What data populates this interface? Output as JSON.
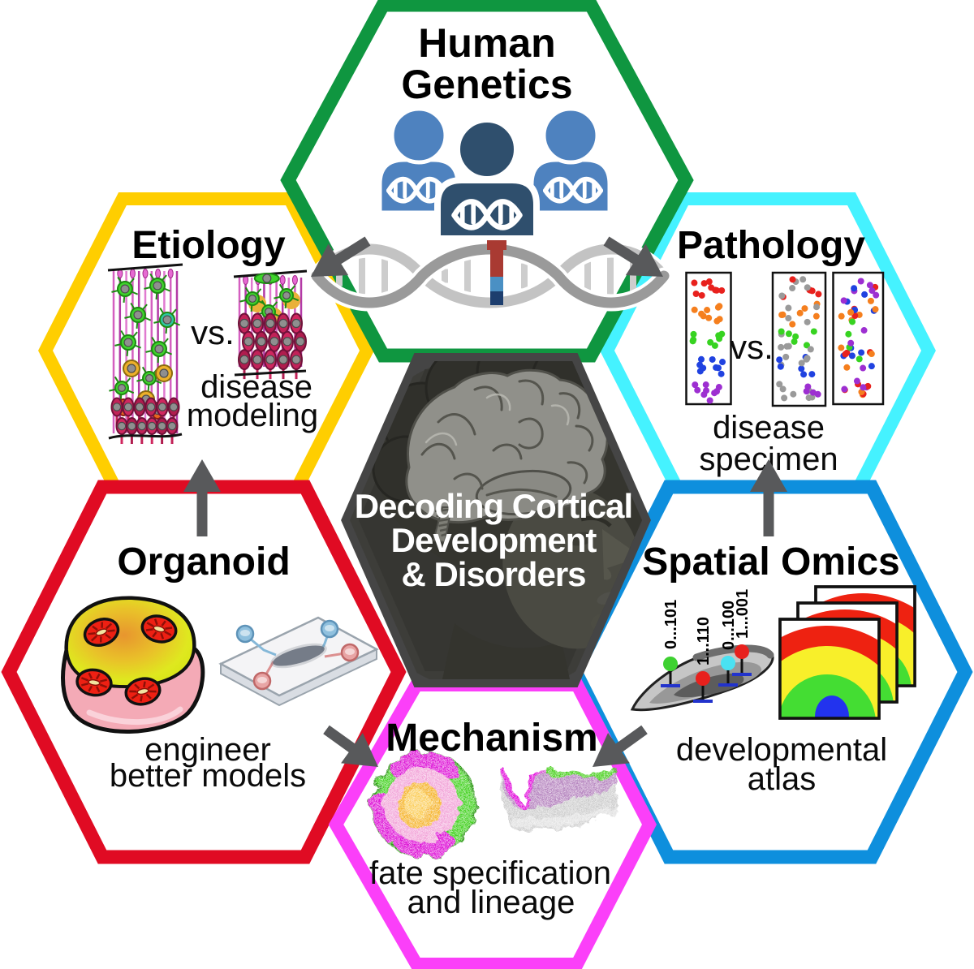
{
  "figure_title": "Decoding Cortical Development & Disorders",
  "arrow_color": "#58595b",
  "center_hex": {
    "line1": "Decoding Cortical",
    "line2": "Development",
    "line3": "& Disorders",
    "border_color": "#454545",
    "fill_color": "#2e2e2e",
    "text_color": "#ffffff"
  },
  "human_genetics": {
    "line1": "Human",
    "line2": "Genetics",
    "border_color": "#0f9640",
    "person_center_color": "#2f4f6d",
    "person_side_color": "#4e82bf",
    "dna_strand_light": "#c3c3c3",
    "dna_strand_dark": "#9a9a9a",
    "dna_rung_color": "#cdcdcd",
    "mutation_red": "#a93a32",
    "mutation_blue": "#4a90c4",
    "mutation_navy": "#1d3e6e"
  },
  "etiology": {
    "label": "Etiology",
    "border_color": "#ffce00",
    "vs_label": "vs.",
    "caption_line1": "disease",
    "caption_line2": "modeling"
  },
  "pathology": {
    "label": "Pathology",
    "border_color": "#45f2ff",
    "vs_label": "vs.",
    "caption_line1": "disease",
    "caption_line2": "specimen",
    "dot_layer_colors": [
      "#e8211d",
      "#f57f1e",
      "#37d321",
      "#2042e0",
      "#9d2fd1"
    ],
    "dot_gray": "#9a9a9a"
  },
  "organoid": {
    "label": "Organoid",
    "border_color": "#e00b23",
    "caption_line1": "engineer",
    "caption_line2": "better models"
  },
  "spatial_omics": {
    "label": "Spatial Omics",
    "border_color": "#0e8fdd",
    "caption_line1": "developmental",
    "caption_line2": "atlas",
    "pins": [
      {
        "label": "0...101",
        "color": "#3ed131"
      },
      {
        "label": "1...110",
        "color": "#e8211d"
      },
      {
        "label": "0...100",
        "color": "#4ae2f2"
      },
      {
        "label": "1...001",
        "color": "#e8211d"
      }
    ],
    "atlas_ring_colors": [
      "#ee2211",
      "#f8ef2a",
      "#44dd33",
      "#2233ee"
    ]
  },
  "mechanism": {
    "label": "Mechanism",
    "border_color": "#fb3ff9",
    "caption_line1": "fate specification",
    "caption_line2": "and lineage"
  }
}
